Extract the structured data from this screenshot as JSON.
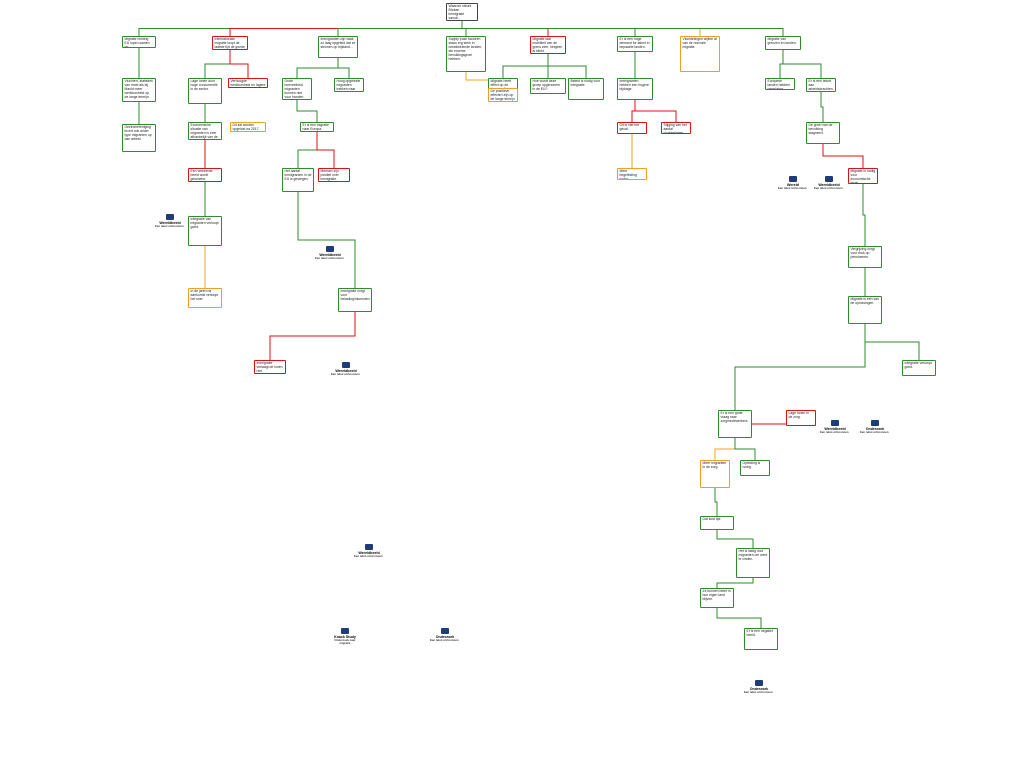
{
  "diagram": {
    "root": {
      "text": "Waarom steunt Bhutan immigratie vanuit..."
    },
    "nodes": [
      {
        "id": "n1",
        "text": "Migratie richting EU lopen samen op.",
        "color": "green"
      },
      {
        "id": "n2",
        "text": "Internationale migratie loopt de laatste tijd de goede richting op.",
        "color": "red"
      },
      {
        "id": "n3",
        "text": "Immigranten zijn vaak zo laag opgeleid dat ze steunen op bijstand...",
        "color": "green"
      },
      {
        "id": "n4",
        "text": "Supply push factoren staan erg sterk in ontwikkelende landen, die enorme bevolkingsgroei hebben.",
        "color": "green"
      },
      {
        "id": "n5",
        "text": "Migratie laat mobiliteit van de grens zien, hetgeen al klinkt.",
        "color": "red"
      },
      {
        "id": "n6",
        "text": "Er is een hoge demand for talent in bepaalde landen.",
        "color": "green"
      },
      {
        "id": "n7",
        "text": "Vluchtelingen wijken af van de normale migratie.",
        "color": "orange"
      },
      {
        "id": "n8",
        "text": "Migratie van grenzen en landen.",
        "color": "green"
      },
      {
        "id": "a1",
        "text": "Vluchten, statistiek van moet als bij Macht meer werkloosheid op de lange termijn.",
        "color": "green"
      },
      {
        "id": "a2",
        "text": "Gezinshereniging levert ook ander type migranten op dan arbeid.",
        "color": "green"
      },
      {
        "id": "a3",
        "text": "Verhoogde werkloosheid en lagere lonen.",
        "color": "red"
      },
      {
        "id": "a4",
        "text": "Grote hoeveelheid migranten kunnen niet voor handen zijn.",
        "color": "green"
      },
      {
        "id": "a5",
        "text": "Hoog opgeleide migranten trekken naar Europa.",
        "color": "green"
      },
      {
        "id": "b1",
        "text": "Lage lonen door hoge concurrentie in de sector.",
        "color": "green"
      },
      {
        "id": "b2",
        "text": "Dit zal worden opgelost na 2017.",
        "color": "orange"
      },
      {
        "id": "b3",
        "text": "Economische situatie van migranten is zeer afhankelijk van de arbeidsmarkt.",
        "color": "green"
      },
      {
        "id": "b4",
        "text": "Er is een migratie naar Europa.",
        "color": "green"
      },
      {
        "id": "c1",
        "text": "Een verkeerde beeld wordt geschetst.",
        "color": "red"
      },
      {
        "id": "c2",
        "text": "Integratie van migranten verloopt goed.",
        "color": "green"
      },
      {
        "id": "c3",
        "text": "In de jaren na aankomst verloopt het snel.",
        "color": "orange"
      },
      {
        "id": "d1",
        "text": "Het aantal immigranten in de EU is gestegen.",
        "color": "green"
      },
      {
        "id": "d2",
        "text": "Mensen zijn positief over immigratie.",
        "color": "red"
      },
      {
        "id": "d3",
        "text": "Immigratie verlaagt de lonen niet.",
        "color": "red"
      },
      {
        "id": "d4",
        "text": "Immigratie zorgt voor belastinginkomsten.",
        "color": "green"
      },
      {
        "id": "e1",
        "text": "Migratie heeft effect op de demografie.",
        "color": "green"
      },
      {
        "id": "e2",
        "text": "Hoe wordt deze groep opgenomen in de EU?",
        "color": "green"
      },
      {
        "id": "e3",
        "text": "Beleid is nodig voor integratie.",
        "color": "green"
      },
      {
        "id": "e4",
        "text": "De positieve effecten zijn op de lange termijn zichtbaar.",
        "color": "orange"
      },
      {
        "id": "f1",
        "text": "Immigranten hebben een hogere bijdrage.",
        "color": "green"
      },
      {
        "id": "f2",
        "text": "Dit is niet het geval.",
        "color": "red"
      },
      {
        "id": "f3",
        "text": "Stijging van het aantal vluchtelingen.",
        "color": "red"
      },
      {
        "id": "f4",
        "text": "Meer begeleiding nodig.",
        "color": "orange"
      },
      {
        "id": "g1",
        "text": "Europese landen hebben vergrijzing.",
        "color": "green"
      },
      {
        "id": "g2",
        "text": "Er is een tekort aan arbeidskrachten.",
        "color": "green"
      },
      {
        "id": "g3",
        "text": "De groei van de bevolking stagneert.",
        "color": "green"
      },
      {
        "id": "g4",
        "text": "Migratie is nodig voor economische groei.",
        "color": "red"
      },
      {
        "id": "g5",
        "text": "Vergrijzing zorgt voor druk op pensioenen.",
        "color": "green"
      },
      {
        "id": "g6",
        "text": "Migratie is een van de oplossingen.",
        "color": "green"
      },
      {
        "id": "g7",
        "text": "Integratie verloopt goed.",
        "color": "green"
      },
      {
        "id": "h1",
        "text": "Er is een grote vraag naar zorgmedewerkers.",
        "color": "green"
      },
      {
        "id": "h2",
        "text": "Lage lonen in de zorg.",
        "color": "red"
      },
      {
        "id": "h3",
        "text": "Meer migranten in de zorg.",
        "color": "orange"
      },
      {
        "id": "h4",
        "text": "Opleiding is nodig.",
        "color": "green"
      },
      {
        "id": "h5",
        "text": "Dat kost tijd.",
        "color": "green"
      },
      {
        "id": "h6",
        "text": "Het is lastig voor migranten om werk te vinden.",
        "color": "green"
      },
      {
        "id": "h7",
        "text": "Ze kunnen beter in hun eigen land blijven.",
        "color": "green"
      },
      {
        "id": "h8",
        "text": "Er is een negatief beeld.",
        "color": "green"
      }
    ],
    "sources": [
      {
        "label": "Wereldbeeld",
        "note": "Een tekst uit bronnen"
      },
      {
        "label": "Wereldbeeld",
        "note": "Een tekst uit bronnen"
      },
      {
        "label": "Wereldbeeld",
        "note": "Een tekst uit bronnen"
      },
      {
        "label": "Wereldbeeld",
        "note": "Een tekst uit bronnen"
      },
      {
        "label": "Knack Study",
        "note": "Onderzoek naar migratie"
      },
      {
        "label": "Wereld",
        "note": "Een tekst uit bronnen"
      },
      {
        "label": "Wereldbeeld",
        "note": "Een tekst uit bronnen"
      },
      {
        "label": "Wereldbeeld",
        "note": "Een tekst uit bronnen"
      },
      {
        "label": "Onderzoek",
        "note": "Een tekst uit bronnen"
      },
      {
        "label": "Onderzoek",
        "note": "Een tekst uit bronnen"
      },
      {
        "label": "Onderzoek",
        "note": "Een tekst uit bronnen"
      }
    ],
    "colors": {
      "pro": "#2e8b2e",
      "con": "#dd1111",
      "neutral": "#f0a020",
      "root": "#333333"
    }
  }
}
